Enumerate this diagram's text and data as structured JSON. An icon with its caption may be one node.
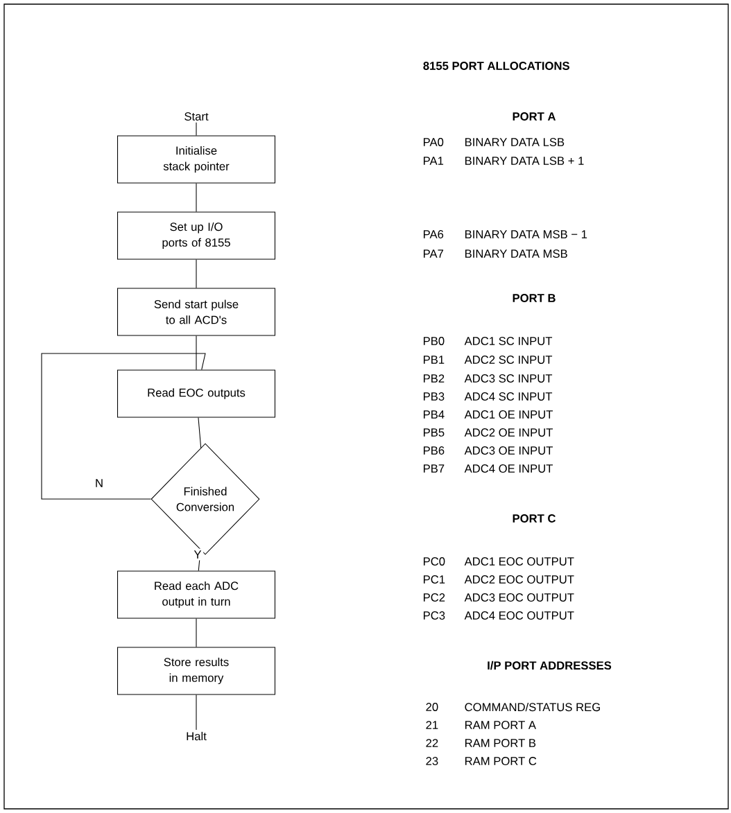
{
  "diagram": {
    "title": "8155 PORT ALLOCATIONS",
    "nodes": [
      {
        "text": [
          "Start"
        ]
      },
      {
        "text": [
          "Initialise stack pointer"
        ]
      },
      {
        "text": [
          "Set up I/O ports of 8155"
        ]
      },
      {
        "text": [
          "Send start pulse to all ACD's"
        ]
      },
      {
        "text": [
          "Read EOC outputs"
        ]
      },
      {
        "text": [
          "Finished Conversion"
        ]
      },
      {
        "text": [
          "Read each ADC output in turn"
        ]
      },
      {
        "text": [
          "Store results in memory"
        ]
      },
      {
        "text": [
          "Halt"
        ]
      }
    ],
    "edges": [
      {
        "from": 0,
        "to": 1,
        "arrow": "none"
      },
      {
        "from": 1,
        "to": 2,
        "arrow": "none"
      },
      {
        "from": 2,
        "to": 3,
        "arrow": "none"
      },
      {
        "from": 3,
        "to": 4,
        "arrow": "none"
      },
      {
        "from": 4,
        "to": 5,
        "arrow": "none"
      },
      {
        "from": 5,
        "to": 4,
        "arrow": "none",
        "label": "N"
      },
      {
        "from": 5,
        "to": 6,
        "arrow": "none",
        "label": "Y"
      },
      {
        "from": 6,
        "to": 7,
        "arrow": "none"
      },
      {
        "from": 7,
        "to": 8,
        "arrow": "none"
      }
    ],
    "labels": [
      "PORT A",
      "PA0",
      "BINARY DATA LSB",
      "PA1",
      "BINARY DATA LSB + 1",
      "PA6",
      "BINARY DATA MSB − 1",
      "PA7",
      "BINARY DATA MSB",
      "PORT B",
      "PB0",
      "ADC1 SC INPUT",
      "PB1",
      "ADC2 SC INPUT",
      "PB2",
      "ADC3 SC INPUT",
      "PB3",
      "ADC4 SC INPUT",
      "PB4",
      "ADC1 OE INPUT",
      "PB5",
      "ADC2 OE INPUT",
      "PB6",
      "ADC3 OE INPUT",
      "PB7",
      "ADC4 OE INPUT",
      "PORT C",
      "PC0",
      "ADC1 EOC OUTPUT",
      "PC1",
      "ADC2 EOC OUTPUT",
      "PC2",
      "ADC3 EOC OUTPUT",
      "PC3",
      "ADC4 EOC OUTPUT",
      "I/P PORT ADDRESSES",
      "20",
      "COMMAND/STATUS REG",
      "21",
      "RAM PORT A",
      "22",
      "RAM PORT B",
      "23",
      "RAM PORT C"
    ]
  }
}
